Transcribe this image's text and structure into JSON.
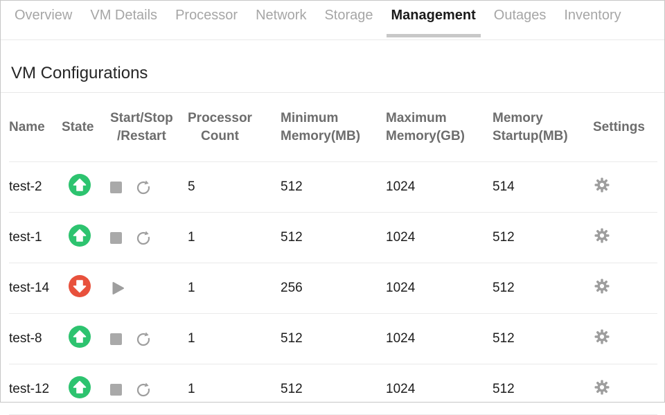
{
  "tabs": {
    "items": [
      {
        "label": "Overview",
        "active": false
      },
      {
        "label": "VM Details",
        "active": false
      },
      {
        "label": "Processor",
        "active": false
      },
      {
        "label": "Network",
        "active": false
      },
      {
        "label": "Storage",
        "active": false
      },
      {
        "label": "Management",
        "active": true
      },
      {
        "label": "Outages",
        "active": false
      },
      {
        "label": "Inventory",
        "active": false
      }
    ]
  },
  "page": {
    "title": "VM Configurations"
  },
  "table": {
    "columns": [
      {
        "id": "name",
        "lines": [
          "Name"
        ],
        "align": "left"
      },
      {
        "id": "state",
        "lines": [
          "State"
        ],
        "align": "left"
      },
      {
        "id": "start-stop-restart",
        "lines": [
          "Start/Stop",
          "/Restart"
        ],
        "align": "center"
      },
      {
        "id": "processor-count",
        "lines": [
          "Processor",
          "Count"
        ],
        "align": "center"
      },
      {
        "id": "minimum-memory",
        "lines": [
          "Minimum",
          "Memory(MB)"
        ],
        "align": "left"
      },
      {
        "id": "maximum-memory",
        "lines": [
          "Maximum",
          "Memory(GB)"
        ],
        "align": "left"
      },
      {
        "id": "memory-startup",
        "lines": [
          "Memory",
          "Startup(MB)"
        ],
        "align": "left"
      },
      {
        "id": "settings",
        "lines": [
          "Settings"
        ],
        "align": "left"
      }
    ],
    "rows": [
      {
        "name": "test-2",
        "state": "up",
        "actions": [
          "stop",
          "restart"
        ],
        "processor_count": "5",
        "minimum_memory_mb": "512",
        "maximum_memory_gb": "1024",
        "memory_startup_mb": "514",
        "has_settings": true
      },
      {
        "name": "test-1",
        "state": "up",
        "actions": [
          "stop",
          "restart"
        ],
        "processor_count": "1",
        "minimum_memory_mb": "512",
        "maximum_memory_gb": "1024",
        "memory_startup_mb": "512",
        "has_settings": true
      },
      {
        "name": "test-14",
        "state": "down",
        "actions": [
          "start"
        ],
        "processor_count": "1",
        "minimum_memory_mb": "256",
        "maximum_memory_gb": "1024",
        "memory_startup_mb": "512",
        "has_settings": true
      },
      {
        "name": "test-8",
        "state": "up",
        "actions": [
          "stop",
          "restart"
        ],
        "processor_count": "1",
        "minimum_memory_mb": "512",
        "maximum_memory_gb": "1024",
        "memory_startup_mb": "512",
        "has_settings": true
      },
      {
        "name": "test-12",
        "state": "up",
        "actions": [
          "stop",
          "restart"
        ],
        "processor_count": "1",
        "minimum_memory_mb": "512",
        "maximum_memory_gb": "1024",
        "memory_startup_mb": "512",
        "has_settings": true
      }
    ]
  },
  "icons": {
    "state_up": "arrow-up-circle-icon",
    "state_down": "arrow-down-circle-icon",
    "stop": "stop-icon",
    "restart": "restart-icon",
    "start": "play-icon",
    "settings": "gear-icon"
  },
  "colors": {
    "state_up": "#2DC36F",
    "state_down": "#E8513C",
    "icon_gray": "#9E9E9E",
    "active_tab_text": "#1A1A1A",
    "inactive_tab_text": "#A6A6A6",
    "active_tab_underline": "#C8C8C8",
    "header_text": "#6D6D6D",
    "body_text": "#1C1C1C",
    "row_border": "#EAEAEA"
  }
}
